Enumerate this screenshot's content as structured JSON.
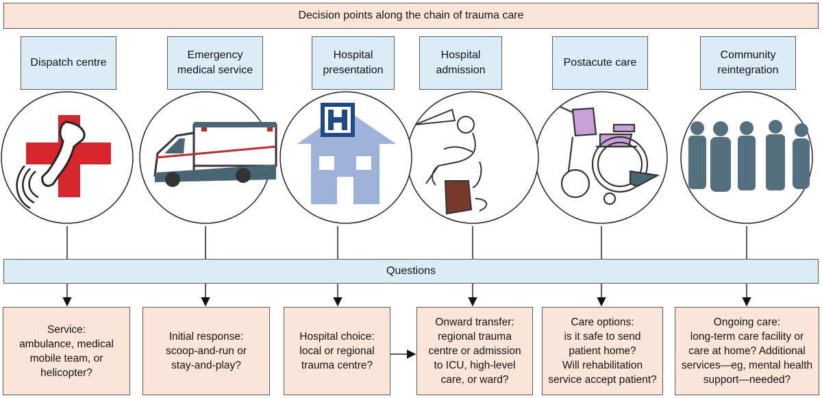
{
  "title": "Decision points along the chain of trauma care",
  "questions_label": "Questions",
  "stages": [
    {
      "label": "Dispatch centre",
      "icon": "phone-cross-icon",
      "question": "Service:\nambulance, medical\nmobile team, or\nhelicopter?"
    },
    {
      "label": "Emergency\nmedical service",
      "icon": "ambulance-icon",
      "question": "Initial response:\nscoop-and-run or\nstay-and-play?"
    },
    {
      "label": "Hospital\npresentation",
      "icon": "hospital-icon",
      "question": "Hospital choice:\nlocal or regional\ntrauma centre?"
    },
    {
      "label": "Hospital\nadmission",
      "icon": "transfusion-icon",
      "question": "Onward transfer:\nregional trauma\ncentre or admission\nto ICU, high-level\ncare, or ward?"
    },
    {
      "label": "Postacute care",
      "icon": "wheelchair-icon",
      "question": "Care options:\nis it safe to send\npatient home?\nWill rehabilitation\nservice accept patient?"
    },
    {
      "label": "Community\nreintegration",
      "icon": "people-icon",
      "question": "Ongoing care:\nlong-term care facility or\ncare at home? Additional\nservices—eg, mental health\nsupport—needed?"
    }
  ],
  "colors": {
    "title_fill": "#fbe6d9",
    "stage_fill": "#dbedf6",
    "cross_red": "#d6262d",
    "hospital_blue": "#9fb2d8",
    "silhouette": "#54707e",
    "wheelchair_seat": "#c9a0d8"
  }
}
